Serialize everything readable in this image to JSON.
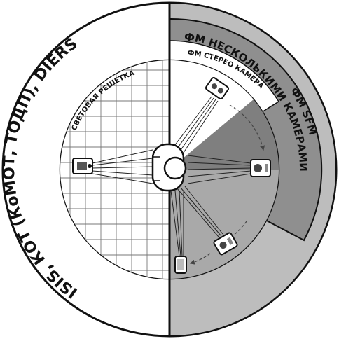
{
  "labels": {
    "outer_left": "ISIS, КОТ (КоМОТ, ТОДП), DIERS",
    "sfm": "ФМ SFM",
    "multi_cam": "ФМ НЕСКОЛЬКИМИ КАМЕРАМИ",
    "stereo": "ФМ СТЕРЕО КАМЕРА",
    "light_grid": "СВЕТОВАЯ РЕШЕТКА"
  },
  "icons": {
    "person": "person-top-view-icon",
    "camera": "camera-icon",
    "phone": "smartphone-icon",
    "projector": "projector-icon"
  },
  "colors": {
    "sfm_band": "#bdbdbd",
    "multi_cam_band": "#8f8f8f",
    "stereo_band": "#ffffff",
    "outline": "#111111"
  }
}
